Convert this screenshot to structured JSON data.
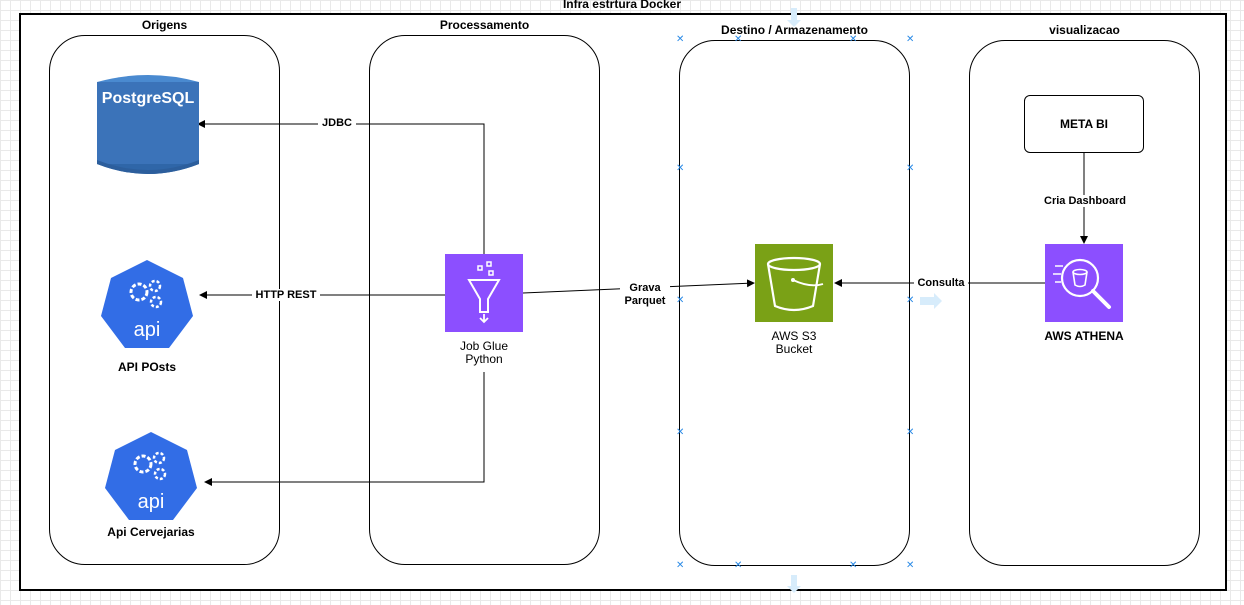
{
  "diagram": {
    "outer_title": "Infra estrtura Docker",
    "lanes": {
      "origens": "Origens",
      "processamento": "Processamento",
      "destino": "Destino / Armazenamento",
      "visualizacao": "visualizacao"
    },
    "nodes": {
      "postgres_text": "PostgreSQL",
      "api_posts_icon_text": "api",
      "api_posts_label": "API POsts",
      "api_cerv_icon_text": "api",
      "api_cerv_label": "Api Cervejarias",
      "glue_label_1": "Job Glue",
      "glue_label_2": "Python",
      "s3_label_1": "AWS S3",
      "s3_label_2": "Bucket",
      "metabi_label": "META BI",
      "athena_label": "AWS ATHENA"
    },
    "edges": {
      "jdbc": "JDBC",
      "http_rest": "HTTP REST",
      "grava_1": "Grava",
      "grava_2": "Parquet",
      "consulta": "Consulta",
      "cria_dashboard": "Cria Dashboard"
    }
  },
  "colors": {
    "postgres_blue": "#3b73b9",
    "api_blue": "#326de6",
    "glue_purple": "#8c4fff",
    "s3_green": "#7aa116",
    "athena_purple": "#8c4fff"
  }
}
